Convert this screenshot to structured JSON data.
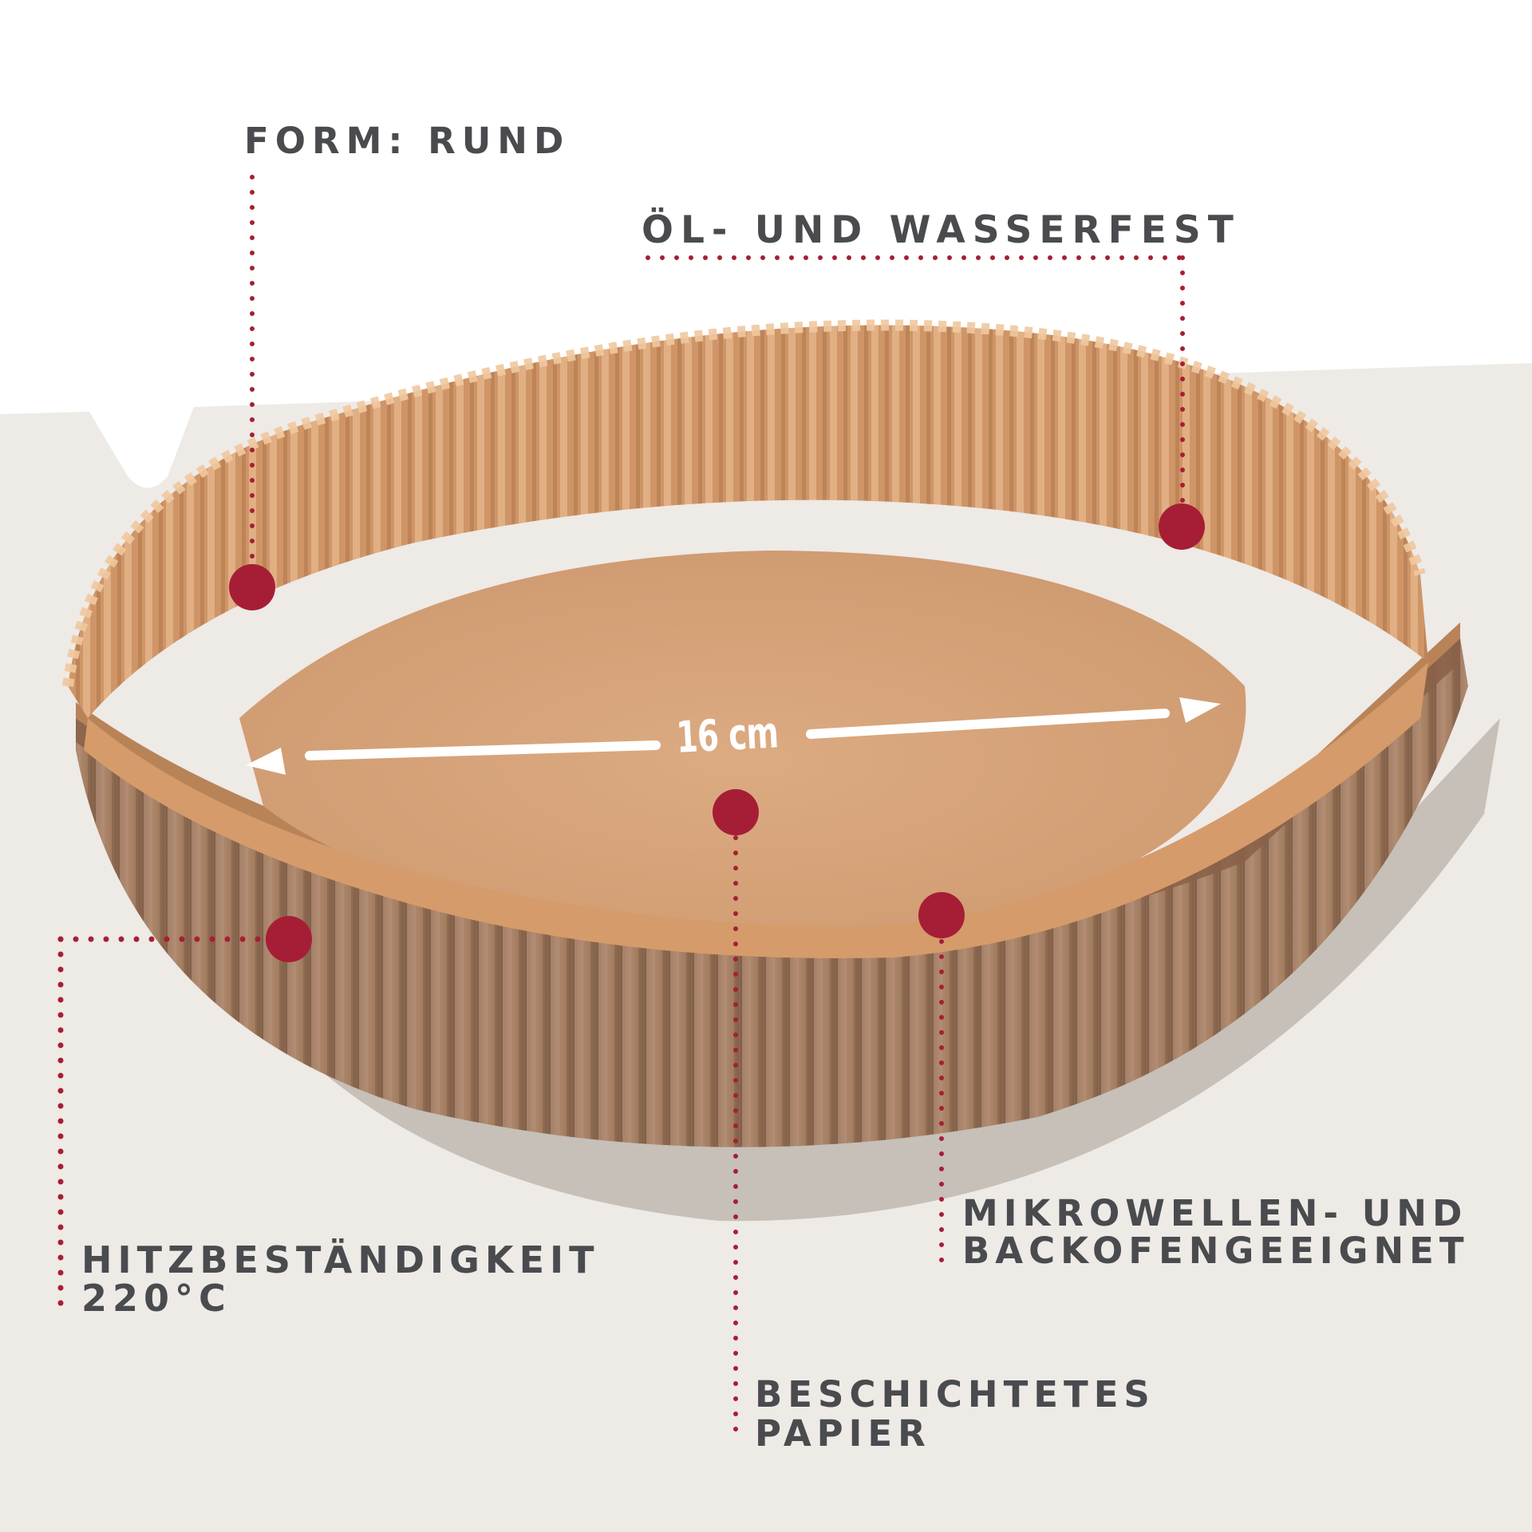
{
  "image": {
    "subject": "round brown parchment paper liner (air fryer liner), stacked",
    "background_colors": {
      "top": "#ffffff",
      "bottom": "#eeeae6",
      "shadow": "#c6c0b8"
    },
    "paper_colors": {
      "inner": "#d9a57a",
      "outer": "#a98366",
      "highlight": "#f0c89e"
    },
    "accent_color": "#a61e36",
    "text_color": "#4a4b4e"
  },
  "dimension": {
    "label": "16 cm",
    "arrow_color": "#ffffff"
  },
  "features": [
    {
      "id": "form",
      "lines": [
        "FORM: RUND"
      ]
    },
    {
      "id": "oil_water",
      "lines": [
        "ÖL- UND WASSERFEST"
      ]
    },
    {
      "id": "heat",
      "lines": [
        "HITZBESTÄNDIGKEIT",
        "220°C"
      ]
    },
    {
      "id": "microwave_oven",
      "lines": [
        "MIKROWELLEN- UND",
        "BACKOFENGEEIGNET"
      ]
    },
    {
      "id": "coated_paper",
      "lines": [
        "BESCHICHTETES",
        "PAPIER"
      ]
    }
  ]
}
